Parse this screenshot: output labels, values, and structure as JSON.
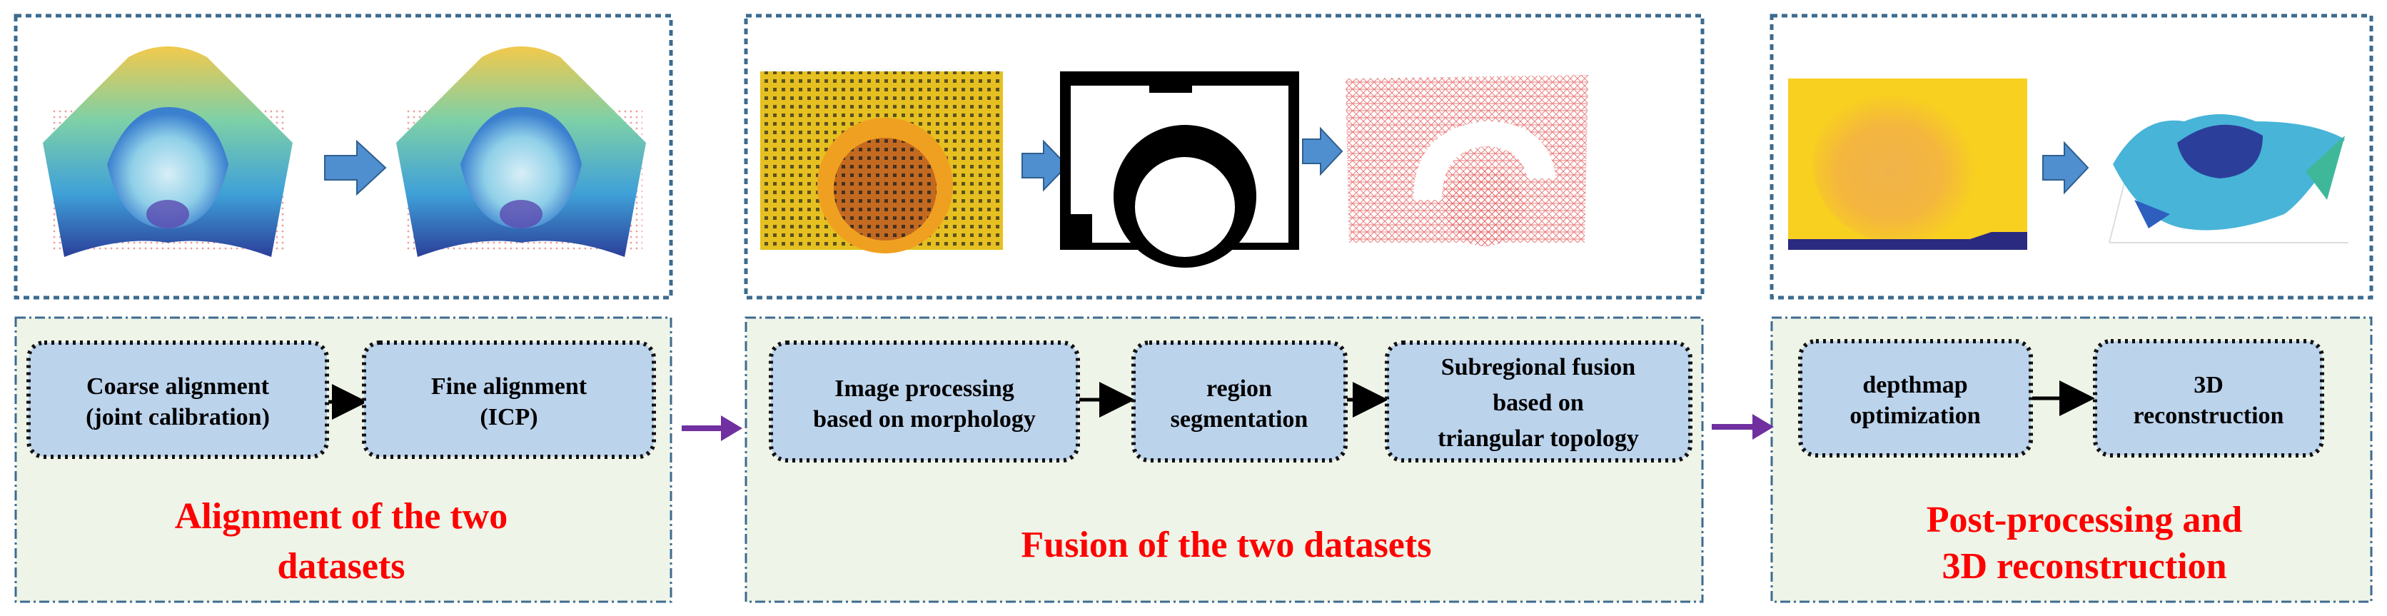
{
  "stages": [
    {
      "id": "alignment",
      "title_lines": [
        "Alignment of the two",
        "datasets"
      ],
      "boxes": [
        {
          "lines": [
            "Coarse alignment",
            "(joint calibration)"
          ]
        },
        {
          "lines": [
            "Fine alignment",
            "(ICP)"
          ]
        }
      ]
    },
    {
      "id": "fusion",
      "title_lines": [
        "Fusion of the two datasets"
      ],
      "boxes": [
        {
          "lines": [
            "Image processing",
            "based on morphology"
          ]
        },
        {
          "lines": [
            "region",
            "segmentation"
          ]
        },
        {
          "lines": [
            "Subregional fusion",
            "based on",
            "triangular topology"
          ]
        }
      ]
    },
    {
      "id": "postprocessing",
      "title_lines": [
        "Post-processing and",
        "3D reconstruction"
      ],
      "boxes": [
        {
          "lines": [
            "depthmap",
            "optimization"
          ]
        },
        {
          "lines": [
            "3D",
            "reconstruction"
          ]
        }
      ]
    }
  ],
  "colors": {
    "panel_fill": "#eef4e8",
    "panel_border": "#3d6b8f",
    "box_fill": "#bcd3ec",
    "box_border": "#111111",
    "stage_title": "#ff0000",
    "stage_arrow": "#7030a0",
    "image_arrow": "#4f8fcf",
    "flow_arrow": "#000000"
  },
  "icons": [
    "surface-plot-icon",
    "arrow-right-icon",
    "depth-image-icon",
    "binary-mask-icon",
    "mesh-icon"
  ]
}
